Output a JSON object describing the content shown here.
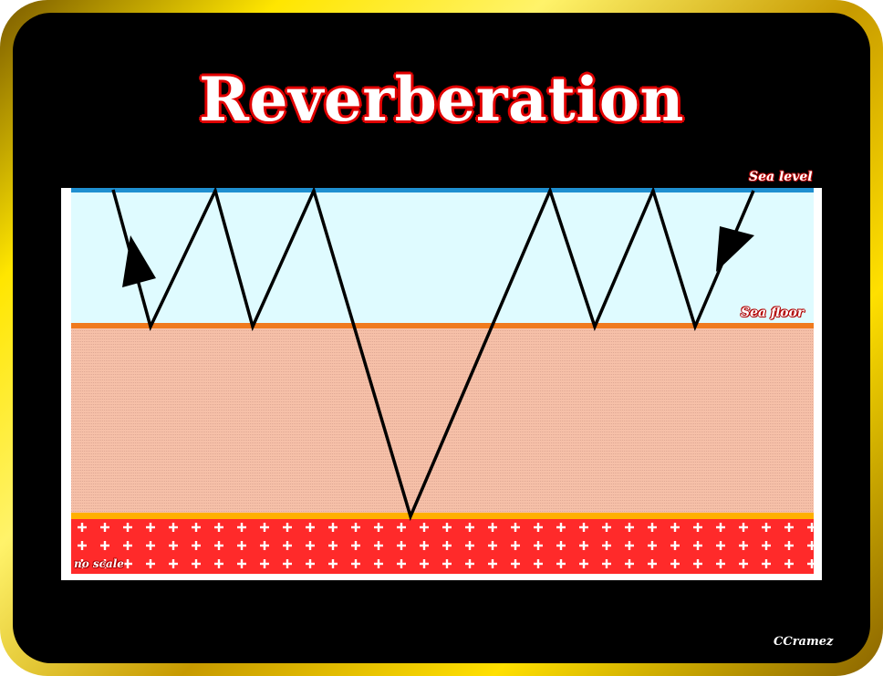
{
  "title": "Reverberation",
  "labels": {
    "sea_level": "Sea level",
    "sea_floor": "Sea floor",
    "scale_note": "no scale"
  },
  "credit": "CCramez",
  "colors": {
    "frame_gold": "#ffe600",
    "background": "#000000",
    "water": "#dffbff",
    "sea_surface": "#1f8fd0",
    "sediment": "#f6c0a8",
    "sea_floor_line": "#f07a1e",
    "basement_top": "#ffb000",
    "basement": "#ff2a2a",
    "ray": "#000000",
    "title_outline": "#e10000"
  }
}
